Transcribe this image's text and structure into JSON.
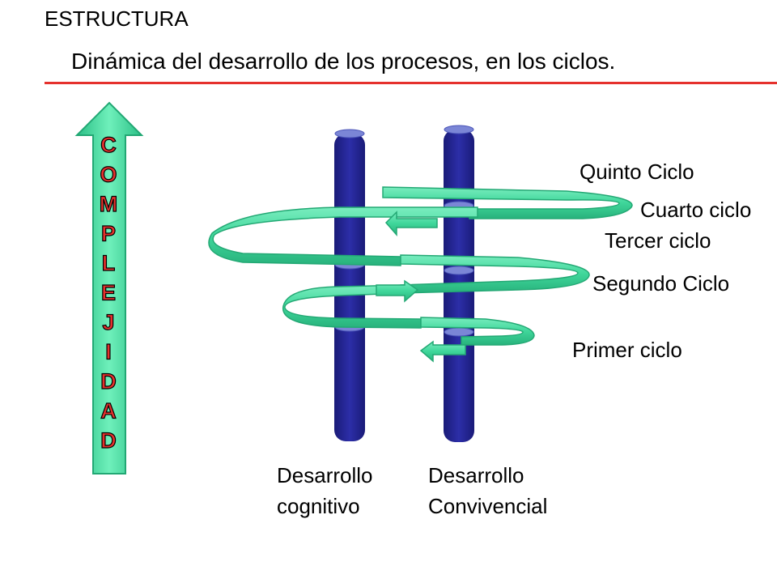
{
  "header": {
    "title": "ESTRUCTURA",
    "subtitle": "Dinámica del desarrollo de los procesos, en los ciclos."
  },
  "complexity_arrow": {
    "letters": [
      "C",
      "O",
      "M",
      "P",
      "L",
      "E",
      "J",
      "I",
      "D",
      "A",
      "D"
    ]
  },
  "cycles": [
    {
      "label": "Quinto Ciclo"
    },
    {
      "label": "Cuarto ciclo"
    },
    {
      "label": "Tercer ciclo"
    },
    {
      "label": "Segundo Ciclo"
    },
    {
      "label": "Primer ciclo"
    }
  ],
  "columns": [
    {
      "line1": "Desarrollo",
      "line2": "cognitivo"
    },
    {
      "line1": "Desarrollo",
      "line2": "Convivencial"
    }
  ],
  "colors": {
    "accent_red": "#e5312d",
    "column_blue": "#27289a",
    "cap_blue": "#7b86d6",
    "spiral_green": "#3fd69a",
    "arrow_green": "#3fd69a",
    "letter_red": "#e5312d"
  }
}
